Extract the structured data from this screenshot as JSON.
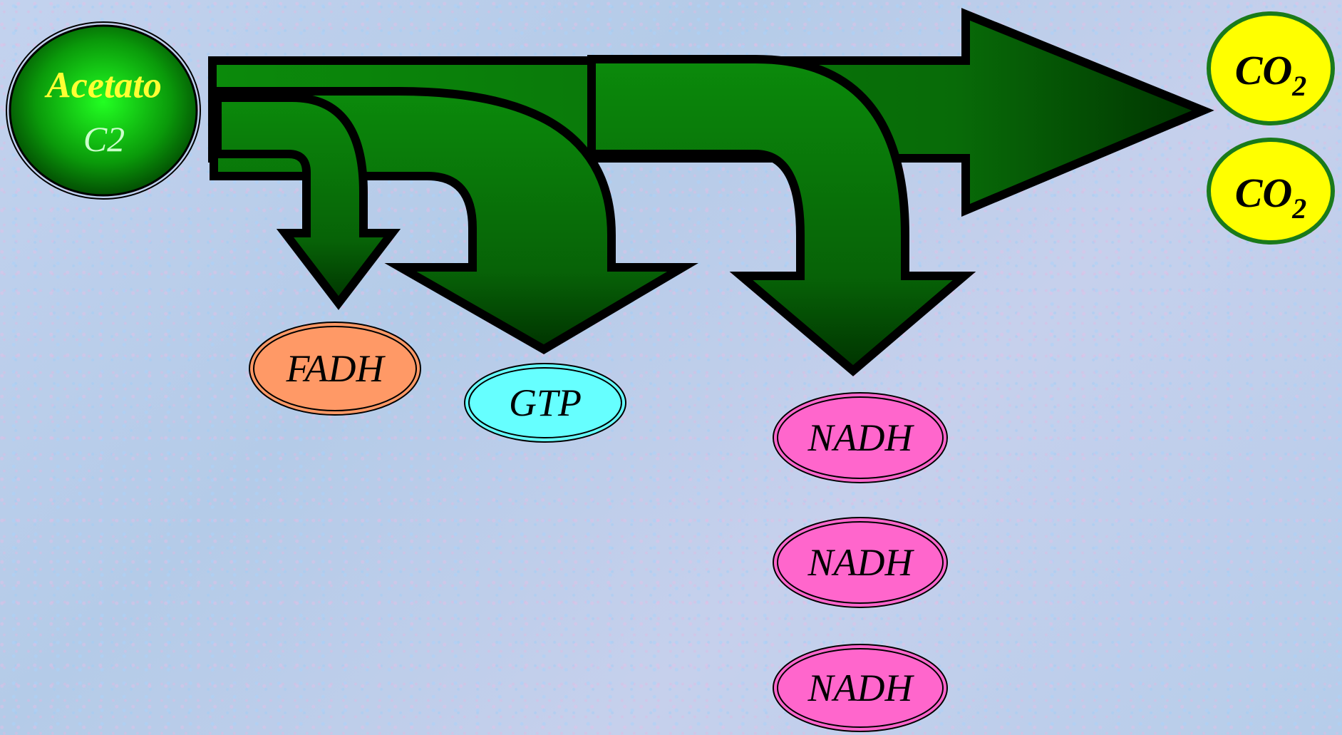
{
  "colors": {
    "arrow_fill_light": "#0b8a0b",
    "arrow_fill_dark": "#003300",
    "arrow_stroke": "#000000",
    "acetato_glow": "#22ff22",
    "acetato_text": "#ffff33",
    "acetato_sub_text": "#ccffcc",
    "co2_fill": "#ffff00",
    "co2_stroke": "#1a7a1a",
    "fadh_fill": "#ff9966",
    "gtp_fill": "#66ffff",
    "nadh_fill": "#ff66cc"
  },
  "source": {
    "name": "Acetato",
    "sub": "C2"
  },
  "co2_outputs": [
    {
      "formula": "CO",
      "subscript": "2"
    },
    {
      "formula": "CO",
      "subscript": "2"
    }
  ],
  "products": {
    "fadh": "FADH",
    "gtp": "GTP",
    "nadh": [
      "NADH",
      "NADH",
      "NADH"
    ]
  }
}
